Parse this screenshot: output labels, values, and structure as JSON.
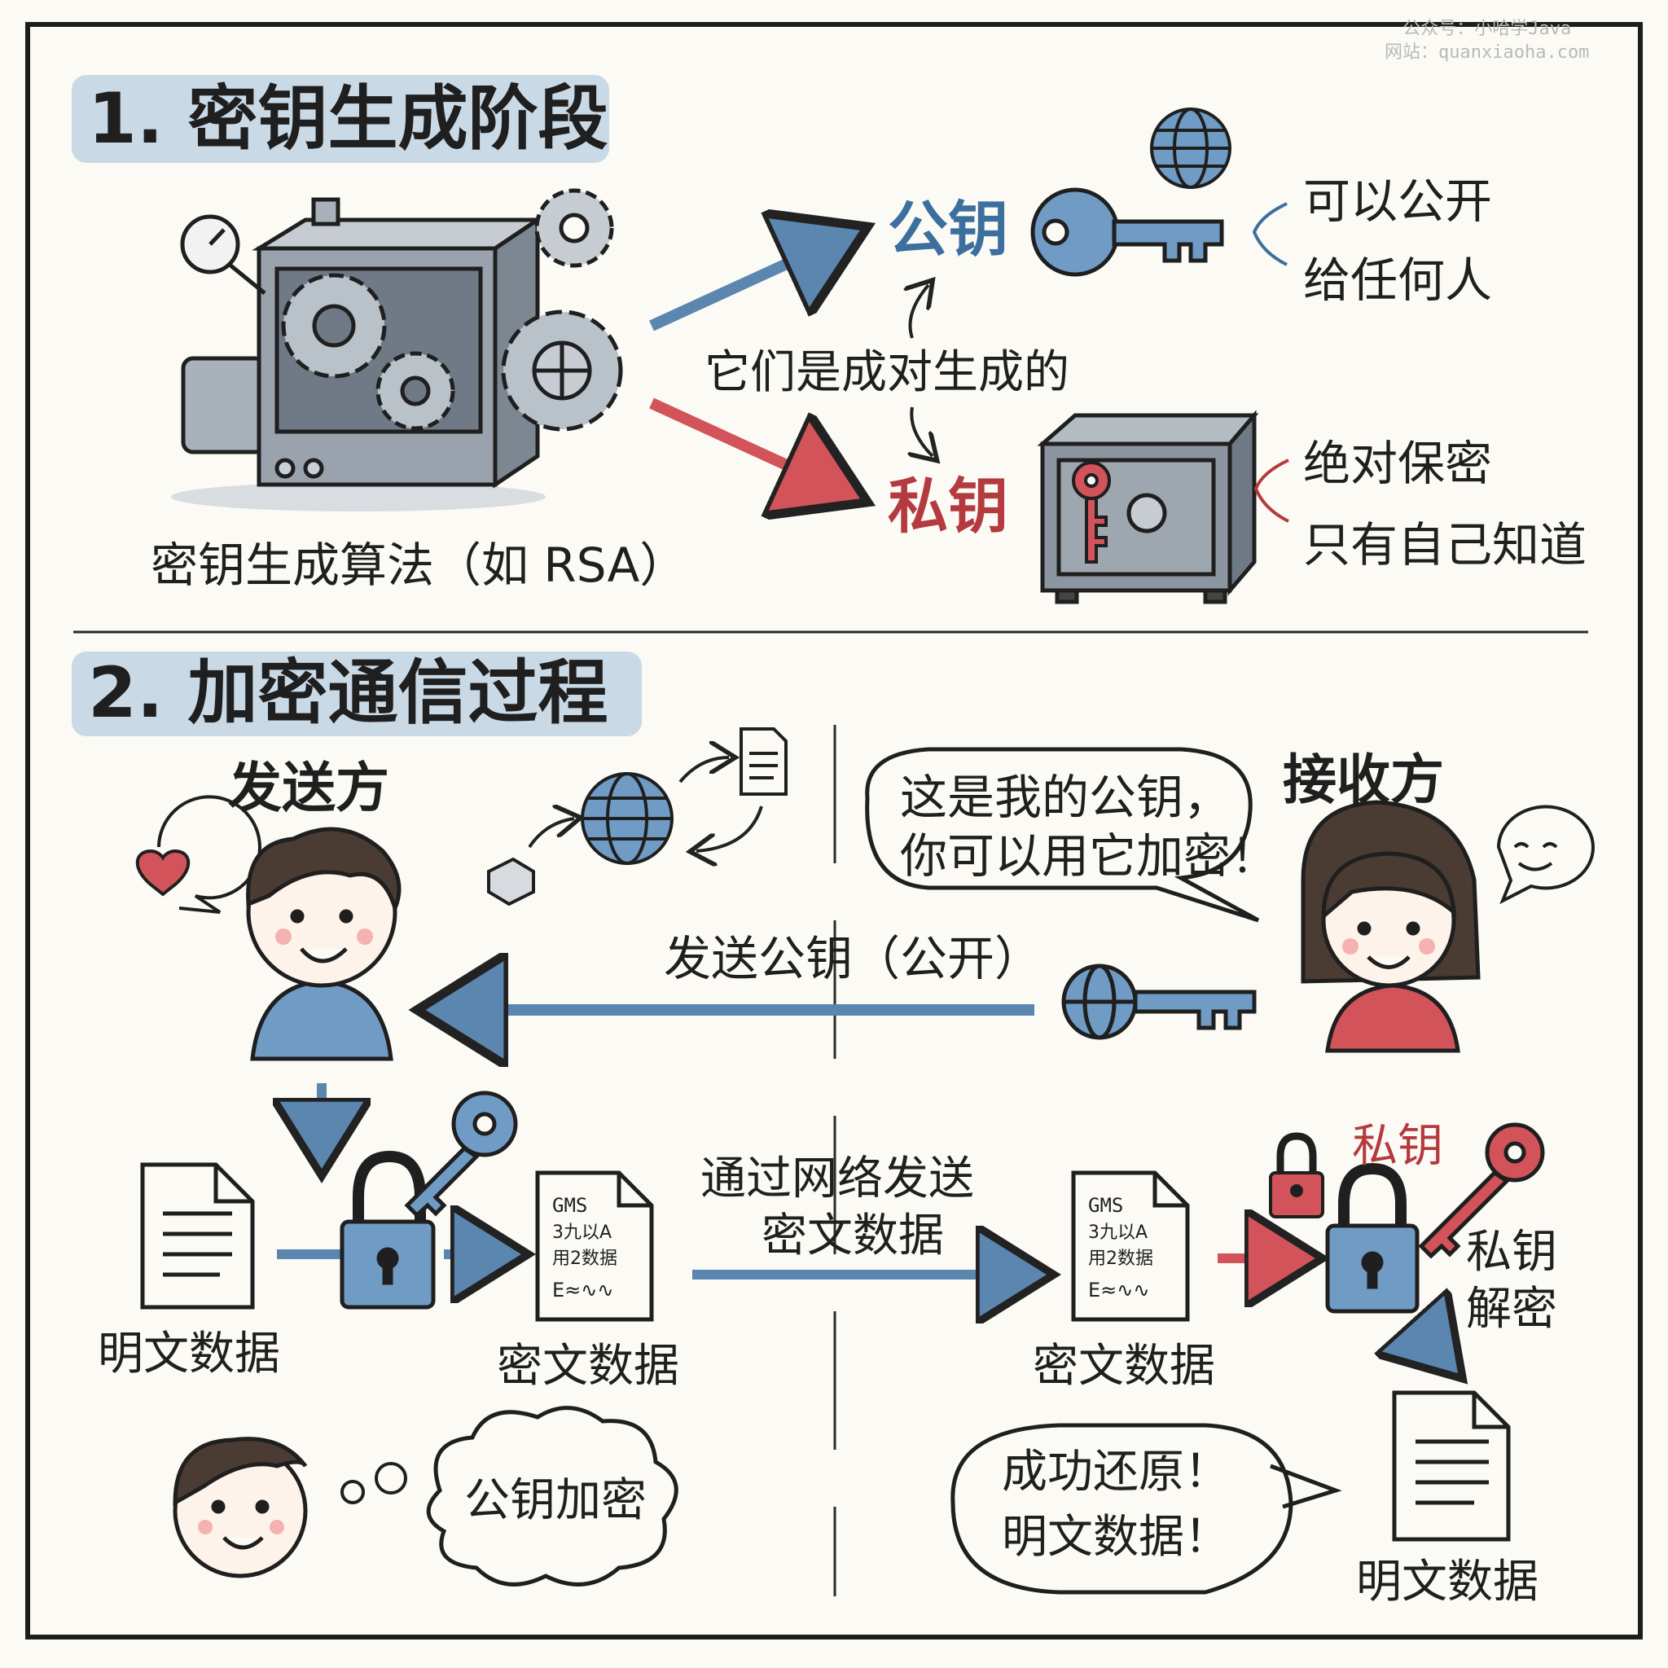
{
  "watermark": {
    "line1": "公众号：小哈学Java",
    "line2": "网站：quanxiaoha.com"
  },
  "section1": {
    "title": "1. 密钥生成阶段",
    "generator_label": "密钥生成算法（如 RSA）",
    "pair_note": "它们是成对生成的",
    "public_key": {
      "label": "公钥",
      "note_line1": "可以公开",
      "note_line2": "给任何人"
    },
    "private_key": {
      "label": "私钥",
      "note_line1": "绝对保密",
      "note_line2": "只有自己知道"
    }
  },
  "section2": {
    "title": "2. 加密通信过程",
    "sender": "发送方",
    "receiver": "接收方",
    "receiver_speech_line1": "这是我的公钥，",
    "receiver_speech_line2": "你可以用它加密！",
    "send_public_key": "发送公钥（公开）",
    "plaintext": "明文数据",
    "ciphertext": "密文数据",
    "network_line1": "通过网络发送",
    "network_line2": "密文数据",
    "ciphertext_received": "密文数据",
    "private_key_top": "私钥",
    "private_decrypt_line1": "私钥",
    "private_decrypt_line2": "解密",
    "plaintext_restored": "明文数据",
    "thought": "公钥加密",
    "success_line1": "成功还原！",
    "success_line2": "明文数据！",
    "doc_scribble": {
      "line1": "GMS",
      "line2": "3九以A",
      "line3": "用2数据",
      "line4": "E≈∿∿"
    }
  },
  "colors": {
    "blue": "#3d6f9e",
    "red": "#b53a3f",
    "panel": "#c9d9e6",
    "metal": "#8c96a0"
  }
}
